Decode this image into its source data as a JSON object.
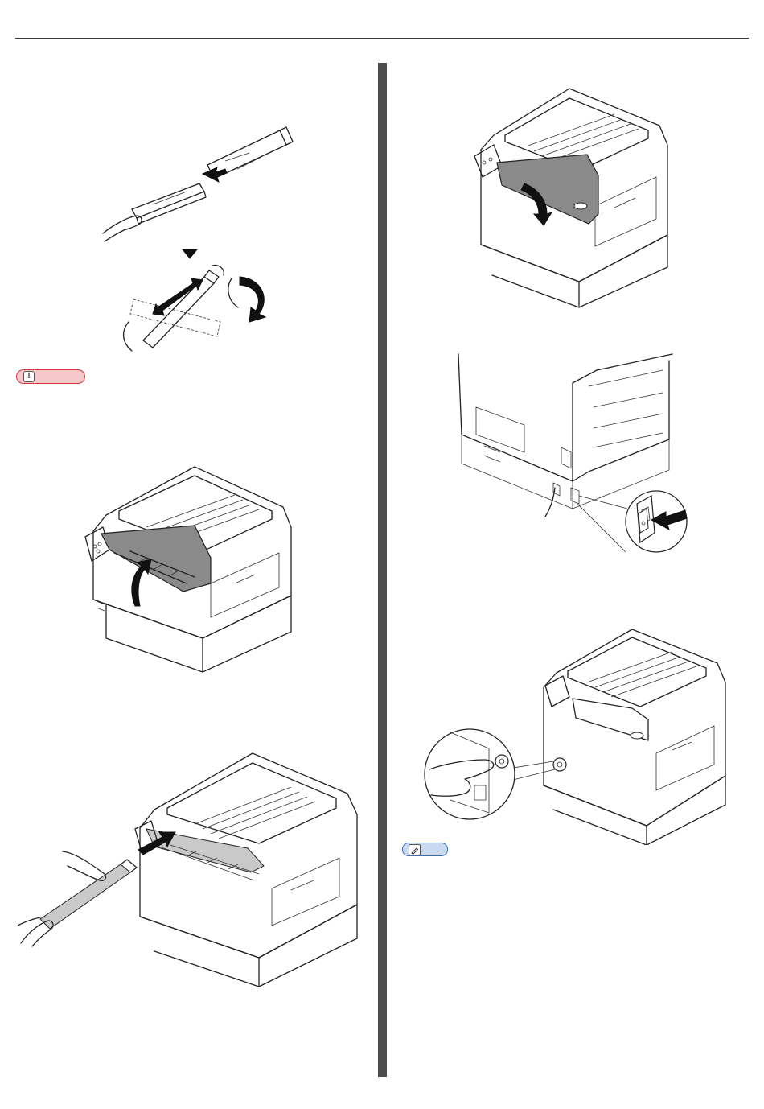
{
  "page": {},
  "figures": {
    "fig_shake_toner": {
      "icon": "toner-shake-illustration"
    },
    "fig_open_cover_left": {
      "icon": "printer-open-cover-illustration"
    },
    "fig_insert_toner": {
      "icon": "printer-insert-toner-illustration"
    },
    "fig_close_cover": {
      "icon": "printer-close-cover-illustration"
    },
    "fig_main_power_switch": {
      "icon": "printer-main-switch-illustration"
    },
    "fig_power_button": {
      "icon": "printer-power-button-illustration"
    }
  },
  "badges": {
    "note": {
      "icon": "exclamation-icon",
      "color": "#d8343f"
    },
    "memo": {
      "icon": "pencil-icon",
      "color": "#3a6fb7"
    }
  }
}
